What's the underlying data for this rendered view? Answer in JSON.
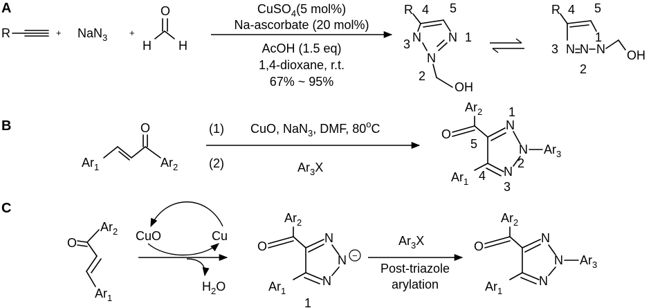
{
  "panels": {
    "A": {
      "label": "A",
      "reactant_r": "R",
      "plus": "+",
      "nan3": "NaN",
      "nan3_sub": "3",
      "hcho_o": "O",
      "hcho_h": "H",
      "cond_top1": "CuSO",
      "cond_top1_sub": "4",
      "cond_top1_rest": "(5 mol%)",
      "cond_top2": "Na-ascorbate (20 mol%)",
      "cond_bot1": "AcOH (1.5 eq)",
      "cond_bot2": "1,4-dioxane, r.t.",
      "cond_bot3": "67% ~ 95%",
      "prod_r": "R",
      "n4": "4",
      "n5": "5",
      "n1": "1",
      "n2": "2",
      "n3": "3",
      "atom_n": "N",
      "oh": "OH"
    },
    "B": {
      "label": "B",
      "ar1": "Ar",
      "ar1_sub": "1",
      "ar2": "Ar",
      "ar2_sub": "2",
      "ar3": "Ar",
      "ar3_sub": "3",
      "o": "O",
      "step1": "(1)",
      "step2": "(2)",
      "cond1": "CuO, NaN",
      "cond1_sub": "3",
      "cond1_rest": ", DMF, 80",
      "cond1_sup": "o",
      "cond1_end": "C",
      "cond2": "Ar",
      "cond2_sub": "3",
      "cond2_end": "X",
      "n1": "1",
      "n2": "2",
      "n3": "3",
      "n4": "4",
      "n5": "5",
      "atom_n": "N"
    },
    "C": {
      "label": "C",
      "ar1": "Ar",
      "ar1_sub": "1",
      "ar2": "Ar",
      "ar2_sub": "2",
      "ar3": "Ar",
      "ar3_sub": "3",
      "o": "O",
      "cuo": "CuO",
      "cu": "Cu",
      "h2o": "H",
      "h2o_sub": "2",
      "h2o_end": "O",
      "reagent": "Ar",
      "reagent_sub": "3",
      "reagent_end": "X",
      "post1": "Post-triazole",
      "post2": "arylation",
      "compound": "1",
      "atom_n": "N",
      "minus": "−"
    }
  }
}
